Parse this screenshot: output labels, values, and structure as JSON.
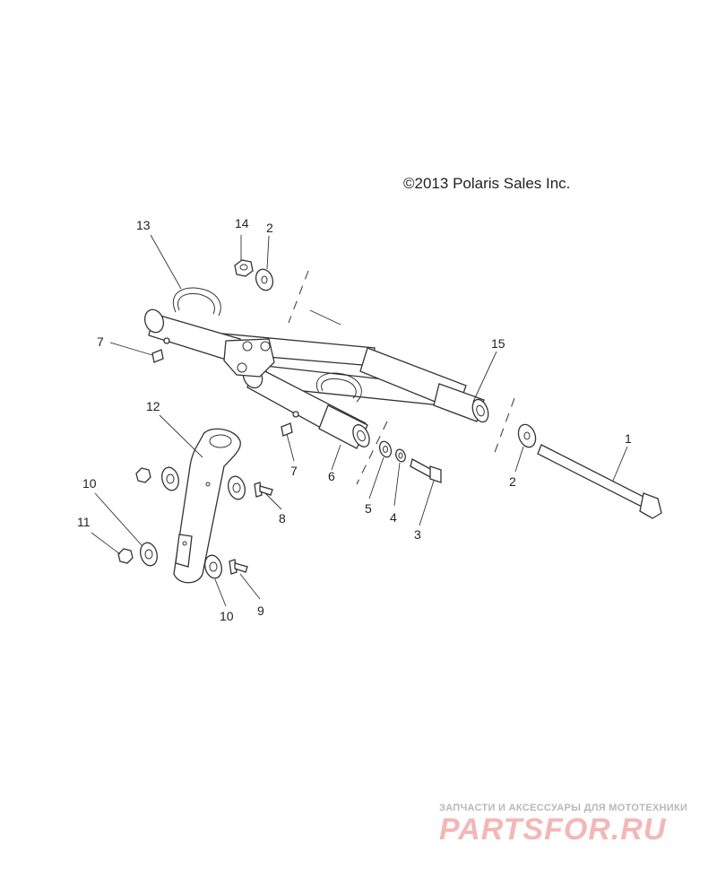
{
  "copyright": "©2013 Polaris Sales Inc.",
  "watermark": {
    "tagline": "ЗАПЧАСТИ И АКСЕССУАРЫ ДЛЯ МОТОТЕХНИКИ",
    "logo": "PARTSFOR.RU"
  },
  "callouts": {
    "c1": "1",
    "c2a": "2",
    "c2b": "2",
    "c3": "3",
    "c4": "4",
    "c5": "5",
    "c6": "6",
    "c7a": "7",
    "c7b": "7",
    "c8": "8",
    "c9": "9",
    "c10a": "10",
    "c10b": "10",
    "c11": "11",
    "c12": "12",
    "c13": "13",
    "c14": "14",
    "c15": "15"
  }
}
